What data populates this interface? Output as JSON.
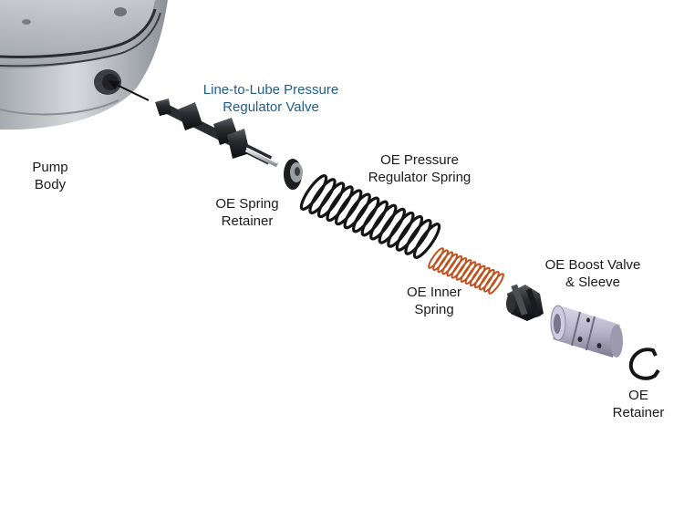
{
  "labels": {
    "line_to_lube": {
      "line1": "Line-to-Lube Pressure",
      "line2": "Regulator Valve"
    },
    "pump_body": {
      "line1": "Pump",
      "line2": "Body"
    },
    "oe_spring_retainer": {
      "line1": "OE Spring",
      "line2": "Retainer"
    },
    "oe_pressure_regulator_spring": {
      "line1": "OE Pressure",
      "line2": "Regulator Spring"
    },
    "oe_inner_spring": {
      "line1": "OE Inner",
      "line2": "Spring"
    },
    "oe_boost_valve": {
      "line1": "OE Boost Valve",
      "line2": "& Sleeve"
    },
    "oe_retainer": {
      "line1": "OE",
      "line2": "Retainer"
    }
  },
  "colors": {
    "highlight_label": "#1f5e8c",
    "label": "#1a1a1a",
    "inner_spring": "#c0521f",
    "outer_spring": "#151515",
    "metal": "#b9bec4"
  },
  "icons": [
    "arrow-icon"
  ]
}
